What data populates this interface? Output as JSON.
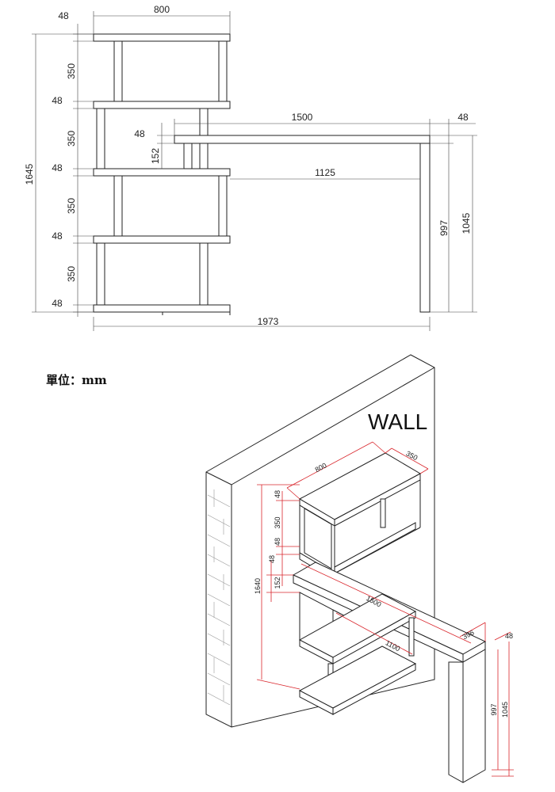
{
  "front_view": {
    "dims": {
      "shelf_width": "800",
      "shelf_thickness": "48",
      "gap": "350",
      "total_height": "1645",
      "desk_length": "1500",
      "desk_offset": "152",
      "desk_inner": "1125",
      "leg_height": "997",
      "desk_height": "1045",
      "total_width": "1973"
    }
  },
  "unit_label": "單位：mm",
  "iso_view": {
    "wall_label": "WALL",
    "dims": {
      "shelf_width": "800",
      "shelf_depth": "350",
      "thickness": "48",
      "gap": "350",
      "total_height": "1640",
      "desk_offset": "152",
      "desk_length": "1500",
      "desk_depth": "396",
      "desk_inner": "1100",
      "leg_height": "997",
      "desk_height": "1045"
    }
  }
}
